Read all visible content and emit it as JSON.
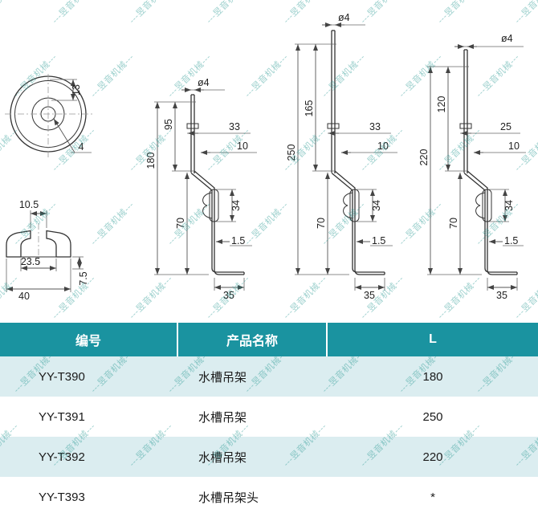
{
  "watermark": {
    "text": "---昱音机械---"
  },
  "drawing": {
    "top_view": {
      "boss_height": "13",
      "hole_dia": "4"
    },
    "cap_view": {
      "hole_width": "10.5",
      "inner_width": "23.5",
      "outer_width": "40",
      "height": "7.5"
    },
    "bracket_190": {
      "rod_dia": "ø4",
      "rod_len": "95",
      "total_len": "180",
      "offset_a": "33",
      "offset_b": "10",
      "lower_len": "70",
      "clip_h": "34",
      "thickness": "1.5",
      "foot_len": "35"
    },
    "bracket_191": {
      "rod_dia": "ø4",
      "rod_len": "165",
      "total_len": "250",
      "offset_a": "33",
      "offset_b": "10",
      "lower_len": "70",
      "clip_h": "34",
      "thickness": "1.5",
      "foot_len": "35"
    },
    "bracket_192": {
      "rod_dia": "ø4",
      "rod_len": "120",
      "total_len": "220",
      "offset_a": "25",
      "offset_b": "10",
      "lower_len": "70",
      "clip_h": "34",
      "thickness": "1.5",
      "foot_len": "35"
    }
  },
  "table": {
    "headers": [
      "编号",
      "产品名称",
      "L"
    ],
    "rows": [
      {
        "code": "YY-T390",
        "name": "水槽吊架",
        "l": "180"
      },
      {
        "code": "YY-T391",
        "name": "水槽吊架",
        "l": "250"
      },
      {
        "code": "YY-T392",
        "name": "水槽吊架",
        "l": "220"
      },
      {
        "code": "YY-T393",
        "name": "水槽吊架头",
        "l": "*"
      }
    ],
    "colors": {
      "header_bg": "#1a93a0",
      "header_text": "#ffffff",
      "row_alt_bg": "#dbedf0",
      "row_bg": "#ffffff",
      "watermark": "#239691"
    }
  }
}
